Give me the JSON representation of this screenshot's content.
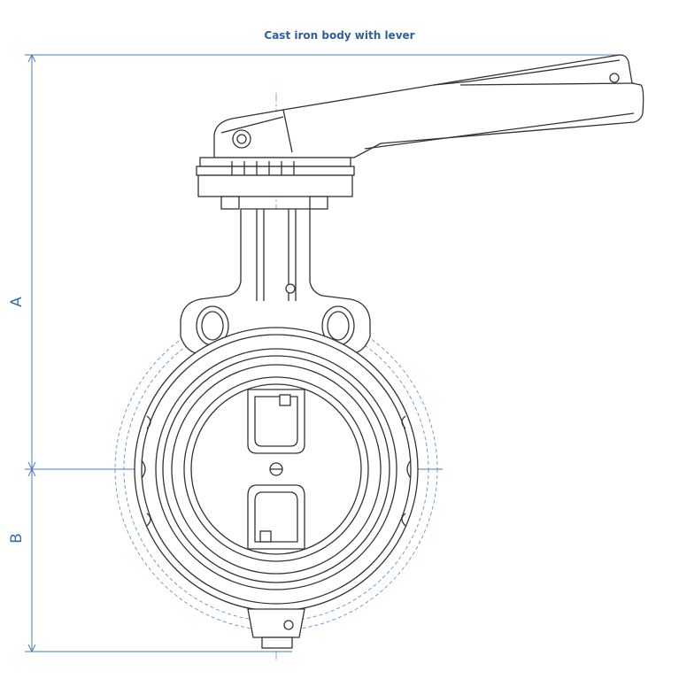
{
  "title": "Cast iron body with lever",
  "dimensions": {
    "a_label": "A",
    "b_label": "B"
  },
  "colors": {
    "outline": "#333333",
    "dimension": "#4a7cc0",
    "centerline": "#6a8fcf",
    "title": "#2e5f9e"
  }
}
